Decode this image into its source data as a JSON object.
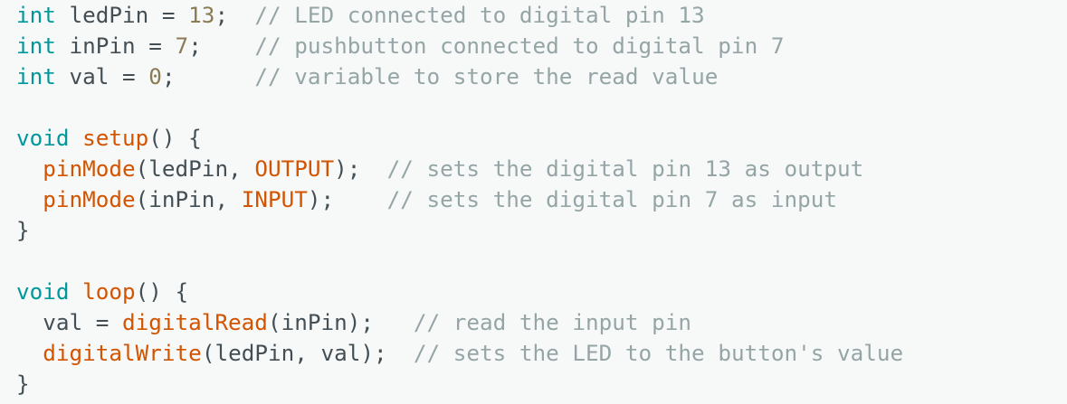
{
  "theme": {
    "background": "#f7f9f9",
    "type_color": "#00979c",
    "function_color": "#d35400",
    "number_color": "#8a7b52",
    "constant_color": "#d35400",
    "comment_color": "#95a5a6",
    "text_color": "#434f54"
  },
  "code": {
    "lines": [
      [
        {
          "kind": "type",
          "text": "int"
        },
        {
          "kind": "plain",
          "text": " ledPin = "
        },
        {
          "kind": "num",
          "text": "13"
        },
        {
          "kind": "plain",
          "text": ";  "
        },
        {
          "kind": "comment",
          "text": "// LED connected to digital pin 13"
        }
      ],
      [
        {
          "kind": "type",
          "text": "int"
        },
        {
          "kind": "plain",
          "text": " inPin = "
        },
        {
          "kind": "num",
          "text": "7"
        },
        {
          "kind": "plain",
          "text": ";    "
        },
        {
          "kind": "comment",
          "text": "// pushbutton connected to digital pin 7"
        }
      ],
      [
        {
          "kind": "type",
          "text": "int"
        },
        {
          "kind": "plain",
          "text": " val = "
        },
        {
          "kind": "num",
          "text": "0"
        },
        {
          "kind": "plain",
          "text": ";      "
        },
        {
          "kind": "comment",
          "text": "// variable to store the read value"
        }
      ],
      [],
      [
        {
          "kind": "type",
          "text": "void"
        },
        {
          "kind": "plain",
          "text": " "
        },
        {
          "kind": "func",
          "text": "setup"
        },
        {
          "kind": "plain",
          "text": "() {"
        }
      ],
      [
        {
          "kind": "plain",
          "text": "  "
        },
        {
          "kind": "func",
          "text": "pinMode"
        },
        {
          "kind": "plain",
          "text": "(ledPin, "
        },
        {
          "kind": "const",
          "text": "OUTPUT"
        },
        {
          "kind": "plain",
          "text": ");  "
        },
        {
          "kind": "comment",
          "text": "// sets the digital pin 13 as output"
        }
      ],
      [
        {
          "kind": "plain",
          "text": "  "
        },
        {
          "kind": "func",
          "text": "pinMode"
        },
        {
          "kind": "plain",
          "text": "(inPin, "
        },
        {
          "kind": "const",
          "text": "INPUT"
        },
        {
          "kind": "plain",
          "text": ");    "
        },
        {
          "kind": "comment",
          "text": "// sets the digital pin 7 as input"
        }
      ],
      [
        {
          "kind": "plain",
          "text": "}"
        }
      ],
      [],
      [
        {
          "kind": "type",
          "text": "void"
        },
        {
          "kind": "plain",
          "text": " "
        },
        {
          "kind": "func",
          "text": "loop"
        },
        {
          "kind": "plain",
          "text": "() {"
        }
      ],
      [
        {
          "kind": "plain",
          "text": "  val = "
        },
        {
          "kind": "func",
          "text": "digitalRead"
        },
        {
          "kind": "plain",
          "text": "(inPin);   "
        },
        {
          "kind": "comment",
          "text": "// read the input pin"
        }
      ],
      [
        {
          "kind": "plain",
          "text": "  "
        },
        {
          "kind": "func",
          "text": "digitalWrite"
        },
        {
          "kind": "plain",
          "text": "(ledPin, val);  "
        },
        {
          "kind": "comment",
          "text": "// sets the LED to the button's value"
        }
      ],
      [
        {
          "kind": "plain",
          "text": "}"
        }
      ]
    ]
  }
}
